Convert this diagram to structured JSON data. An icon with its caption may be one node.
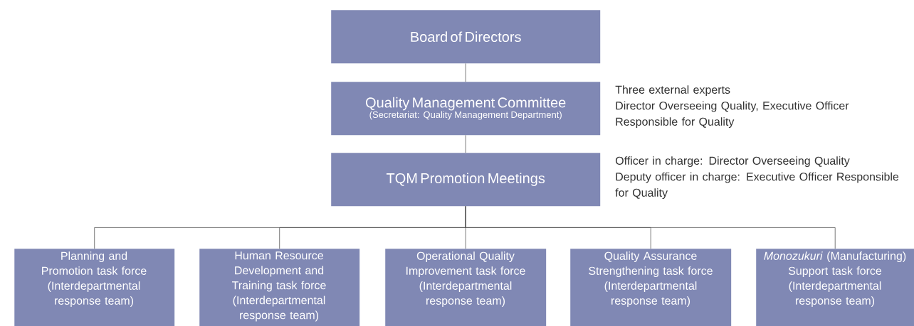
{
  "diagram": {
    "nodes": [
      {
        "text": [
          "Board of Directors"
        ]
      },
      {
        "text": [
          "Quality Management Committee",
          "(Secretariat: Quality Management Department)"
        ],
        "beside": [
          "Three external experts",
          "Director Overseeing Quality, Executive Officer Responsible for Quality"
        ]
      },
      {
        "text": [
          "TQM Promotion Meetings"
        ],
        "beside": [
          "Officer in charge: Director Overseeing Quality",
          "Deputy officer in charge: Executive Officer Responsible for Quality"
        ]
      },
      {
        "text": [
          "Planning and Promotion task force",
          "(Interdepartmental response team)"
        ]
      },
      {
        "text": [
          "Human Resource Development and Training task force",
          "(Interdepartmental response team)"
        ]
      },
      {
        "text": [
          "Operational Quality Improvement task force",
          "(Interdepartmental response team)"
        ]
      },
      {
        "text": [
          "Quality Assurance Strengthening task force",
          "(Interdepartmental response team)"
        ]
      },
      {
        "text": [
          "*Monozukuri* (Manufacturing) Support task force",
          "(Interdepartmental response team)"
        ]
      }
    ],
    "edges": [
      {
        "from": 0,
        "to": 1,
        "arrow": "none"
      },
      {
        "from": 1,
        "to": 2,
        "arrow": "none"
      },
      {
        "from": 2,
        "to": 3,
        "arrow": "none"
      },
      {
        "from": 2,
        "to": 4,
        "arrow": "none"
      },
      {
        "from": 2,
        "to": 5,
        "arrow": "none"
      },
      {
        "from": 2,
        "to": 6,
        "arrow": "none"
      },
      {
        "from": 2,
        "to": 7,
        "arrow": "none"
      }
    ]
  }
}
